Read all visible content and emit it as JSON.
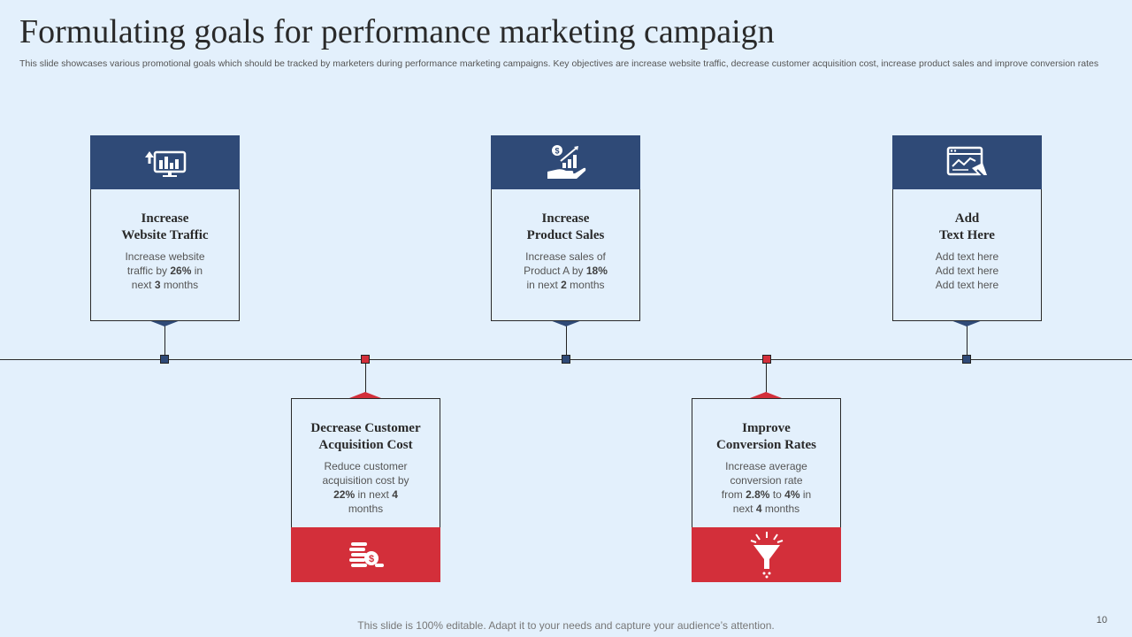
{
  "title": "Formulating goals for performance marketing campaign",
  "subtitle": "This slide showcases various promotional goals which should be tracked by marketers during performance marketing campaigns. Key objectives are increase website traffic, decrease customer acquisition cost, increase product sales and improve conversion rates",
  "cards": {
    "traffic": {
      "heading_line1": "Increase",
      "heading_line2": "Website Traffic",
      "body_pre": "Increase website traffic by ",
      "body_value1": "26%",
      "body_mid": " in next ",
      "body_value2": "3",
      "body_post": " months",
      "icon": "monitor-bar-chart-icon"
    },
    "acquisition": {
      "heading_line1": "Decrease Customer",
      "heading_line2": "Acquisition Cost",
      "body_pre": "Reduce customer acquisition cost by ",
      "body_value1": "22%",
      "body_mid": " in next ",
      "body_value2": "4",
      "body_post": " months",
      "icon": "coin-stack-icon"
    },
    "sales": {
      "heading_line1": "Increase",
      "heading_line2": "Product Sales",
      "body_pre": "Increase sales of Product A by ",
      "body_value1": "18%",
      "body_mid": " in next ",
      "body_value2": "2",
      "body_post": " months",
      "icon": "hand-growth-chart-icon"
    },
    "conversion": {
      "heading_line1": "Improve",
      "heading_line2": "Conversion Rates",
      "body_pre": "Increase average conversion rate from ",
      "body_value1": "2.8%",
      "body_mid": " to ",
      "body_value2": "4%",
      "body_post": " in next ",
      "body_value3": "4",
      "body_tail": " months",
      "icon": "funnel-icon"
    },
    "placeholder": {
      "heading_line1": "Add",
      "heading_line2": "Text Here",
      "body_lines": [
        "Add text here",
        "Add text here",
        "Add text here"
      ],
      "icon": "browser-analytics-icon"
    }
  },
  "footer": "This slide is 100% editable. Adapt it to your needs and capture your audience’s attention.",
  "page_number": "10",
  "colors": {
    "background": "#e3f0fc",
    "navy": "#2f4a77",
    "red": "#d32f3a"
  }
}
